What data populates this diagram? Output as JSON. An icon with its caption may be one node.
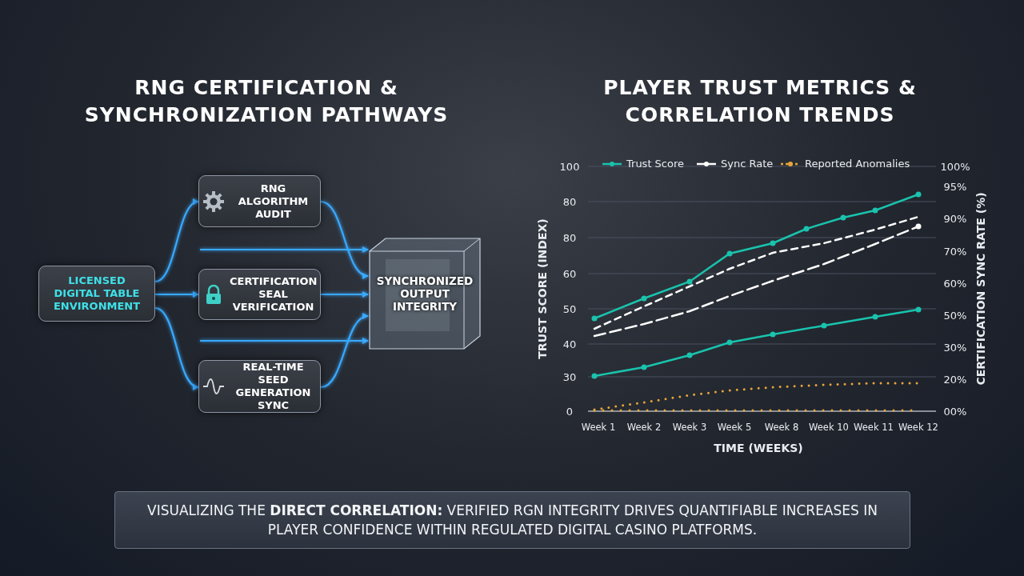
{
  "diagram": {
    "caption": "VISUALIZING THE **DIRECT CORRELATION:** VERIFIED RGN INTEGRITY DRIVES QUANTIFIABLE INCREASES IN PLAYER CONFIDENCE WITHIN REGULATED DIGITAL CASINO PLATFORMS.",
    "nodes": [
      {
        "text": [
          "LICENSED DIGITAL TABLE ENVIRONMENT"
        ]
      },
      {
        "text": [
          "RNG ALGORITHM AUDIT"
        ]
      },
      {
        "text": [
          "CERTIFICATION SEAL VERIFICATION"
        ]
      },
      {
        "text": [
          "REAL-TIME SEED GENERATION SYNC"
        ]
      },
      {
        "text": [
          "SYNCHRONIZED OUTPUT INTEGRITY"
        ]
      }
    ],
    "edges": [
      {
        "from": 0,
        "to": 1,
        "arrow": "to"
      },
      {
        "from": 0,
        "to": 2,
        "arrow": "to"
      },
      {
        "from": 0,
        "to": 3,
        "arrow": "to"
      },
      {
        "from": 1,
        "to": 4,
        "arrow": "to"
      },
      {
        "from": 2,
        "to": 4,
        "arrow": "to"
      },
      {
        "from": 3,
        "to": 4,
        "arrow": "to"
      },
      {
        "from": null,
        "to": 4,
        "arrow": "to"
      },
      {
        "from": null,
        "to": 4,
        "arrow": "to"
      }
    ],
    "labels": [
      "RNG CERTIFICATION & SYNCHRONIZATION PATHWAYS",
      "PLAYER TRUST METRICS & CORRELATION TRENDS",
      "100",
      "80",
      "80",
      "60",
      "50",
      "40",
      "30",
      "0",
      "TRUST SCORE (INDEX)",
      "100%",
      "95%",
      "90%",
      "70%",
      "60%",
      "50%",
      "30%",
      "20%",
      "00%",
      "CERTIFICATION SYNC RATE (%)",
      "Week 1",
      "Week 2",
      "Week 3",
      "Week 5",
      "Week 8",
      "Week 10",
      "Week 11",
      "Week 12",
      "TIME (WEEKS)"
    ],
    "legend": [
      {
        "text": "Trust Score"
      },
      {
        "text": "Sync Rate"
      },
      {
        "text": "Reported Anomalies"
      }
    ]
  }
}
